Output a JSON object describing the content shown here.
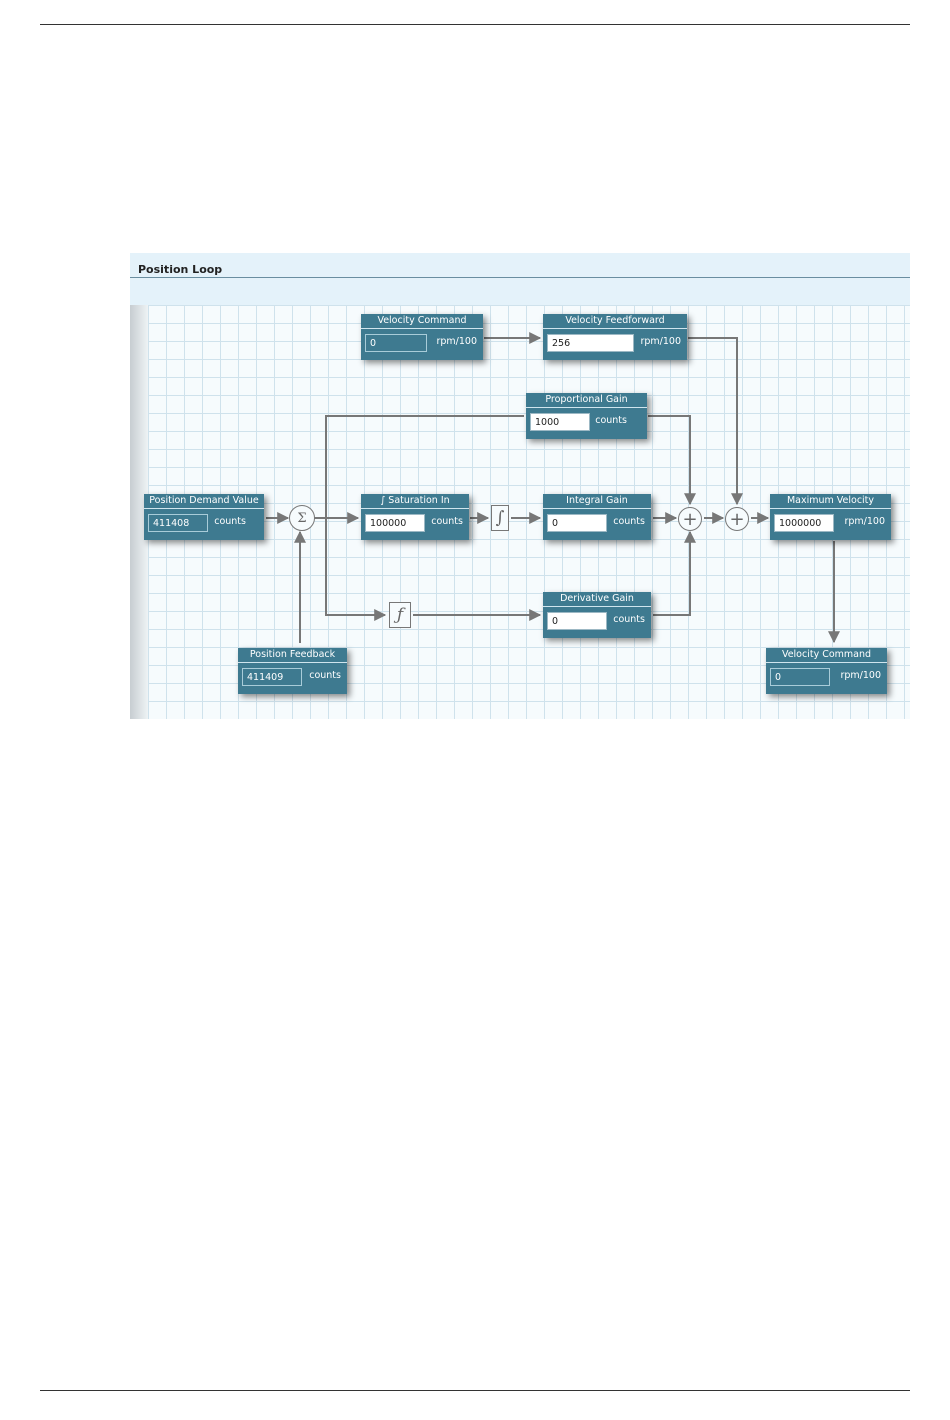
{
  "panel": {
    "title": "Position Loop"
  },
  "blocks": {
    "velocity_command_in": {
      "title": "Velocity Command",
      "value": "0",
      "unit": "rpm/100"
    },
    "velocity_feedforward": {
      "title": "Velocity Feedforward",
      "value": "256",
      "unit": "rpm/100"
    },
    "proportional_gain": {
      "title": "Proportional Gain",
      "value": "1000",
      "unit": "counts"
    },
    "position_demand_value": {
      "title": "Position Demand Value",
      "value": "411408",
      "unit": "counts"
    },
    "saturation_in": {
      "title": "∫ Saturation In",
      "value": "100000",
      "unit": "counts"
    },
    "integral_gain": {
      "title": "Integral Gain",
      "value": "0",
      "unit": "counts"
    },
    "maximum_velocity": {
      "title": "Maximum Velocity",
      "value": "1000000",
      "unit": "rpm/100"
    },
    "derivative_gain": {
      "title": "Derivative Gain",
      "value": "0",
      "unit": "counts"
    },
    "position_feedback": {
      "title": "Position Feedback",
      "value": "411409",
      "unit": "counts"
    },
    "velocity_command_out": {
      "title": "Velocity Command",
      "value": "0",
      "unit": "rpm/100"
    }
  },
  "symbols": {
    "summing_junction": "Σ",
    "integrator": "∫",
    "derivative": "ƒ",
    "adder": "+"
  },
  "colors": {
    "block_fill": "#3e7a90",
    "grid_line": "#cfe2ec",
    "wire": "#777777",
    "panel_header": "#e4f2fa"
  }
}
